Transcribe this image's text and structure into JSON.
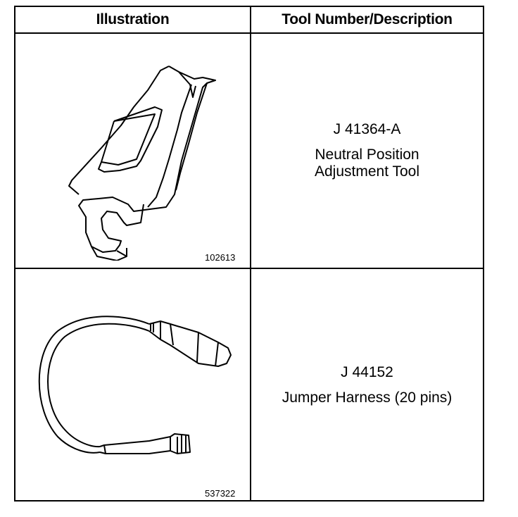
{
  "table": {
    "headers": {
      "illustration": "Illustration",
      "tool": "Tool Number/Description"
    },
    "rows": [
      {
        "figure_number": "102613",
        "tool_number": "J 41364-A",
        "description": [
          "Neutral Position",
          "Adjustment Tool"
        ],
        "icon": "adjustment-tool-drawing"
      },
      {
        "figure_number": "537322",
        "tool_number": "J 44152",
        "description": [
          "Jumper Harness (20 pins)"
        ],
        "icon": "jumper-harness-drawing"
      }
    ]
  }
}
